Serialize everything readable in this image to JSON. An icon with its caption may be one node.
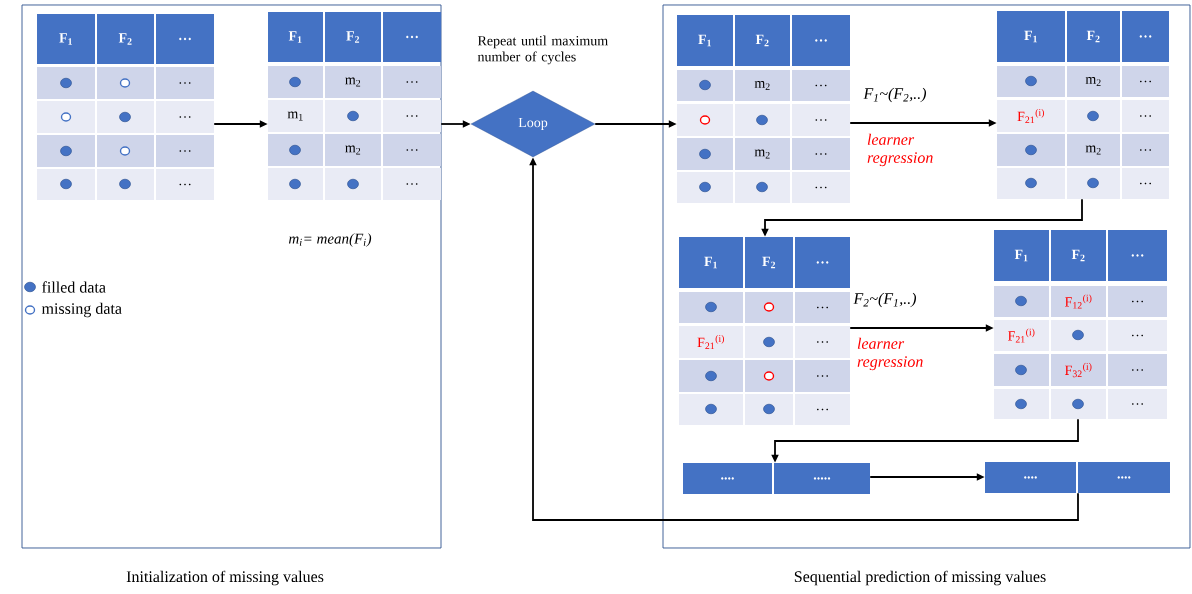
{
  "diagram": {
    "nodes": [
      {
        "text": [
          "Initialization of missing values"
        ]
      },
      {
        "text": [
          "F$_{1}$",
          "F$_{2}$",
          "…",
          "…",
          "…",
          "…",
          "…"
        ],
        "in": 0
      },
      {
        "text": [
          "F$_{1}$",
          "F$_{2}$",
          "…",
          "m$_{2}$",
          "…",
          "m$_{1}$",
          "…",
          "m$_{2}$",
          "…",
          "…"
        ],
        "in": 0,
        "beside": [
          "m$_{i}$= mean(F$_{i}$)"
        ]
      },
      {
        "text": [
          "Loop"
        ],
        "beside": [
          "Repeat until maximum number of cycles"
        ]
      },
      {
        "text": [
          "Sequential prediction of missing values"
        ]
      },
      {
        "text": [
          "F$_{1}$",
          "F$_{2}$",
          "…",
          "m$_{2}$",
          "…",
          "…",
          "m$_{2}$",
          "…",
          "…"
        ],
        "in": 4
      },
      {
        "text": [
          "F$_{1}$",
          "F$_{2}$",
          "…",
          "m$_{2}$",
          "…",
          "F$_{21}$$^{(i)}$",
          "…",
          "m$_{2}$",
          "…",
          "…"
        ],
        "in": 4
      },
      {
        "text": [
          "F$_{1}$",
          "F$_{2}$",
          "…",
          "…",
          "F$_{21}$$^{(i)}$",
          "…",
          "…",
          "…"
        ],
        "in": 4
      },
      {
        "text": [
          "F$_{1}$",
          "F$_{2}$",
          "…",
          "F$_{12}$$^{(i)}$",
          "…",
          "F$_{21}$$^{(i)}$",
          "…",
          "F$_{32}$$^{(i)}$",
          "…",
          "…"
        ],
        "in": 4
      },
      {
        "text": [
          "....",
          "....."
        ],
        "in": 4
      },
      {
        "text": [
          "....",
          "...."
        ],
        "in": 4
      }
    ],
    "edges": [
      {
        "from": 1,
        "to": 2,
        "arrow": "to"
      },
      {
        "from": 2,
        "to": 3,
        "arrow": "to"
      },
      {
        "from": 3,
        "to": 5,
        "arrow": "to"
      },
      {
        "from": 5,
        "to": 6,
        "arrow": "to",
        "label": "F$_{1}$~(F$_{2}$,..)"
      },
      {
        "from": 6,
        "to": 7,
        "arrow": "to"
      },
      {
        "from": 7,
        "to": 8,
        "arrow": "to",
        "label": "F$_{2}$~(F$_{1}$,..)"
      },
      {
        "from": 8,
        "to": 9,
        "arrow": "to"
      },
      {
        "from": 9,
        "to": 10,
        "arrow": "to"
      },
      {
        "from": 10,
        "to": 3,
        "arrow": "to"
      }
    ],
    "labels": [
      "learner regression",
      "learner regression"
    ],
    "legend": [
      {
        "text": "filled data"
      },
      {
        "text": "missing data"
      }
    ]
  }
}
